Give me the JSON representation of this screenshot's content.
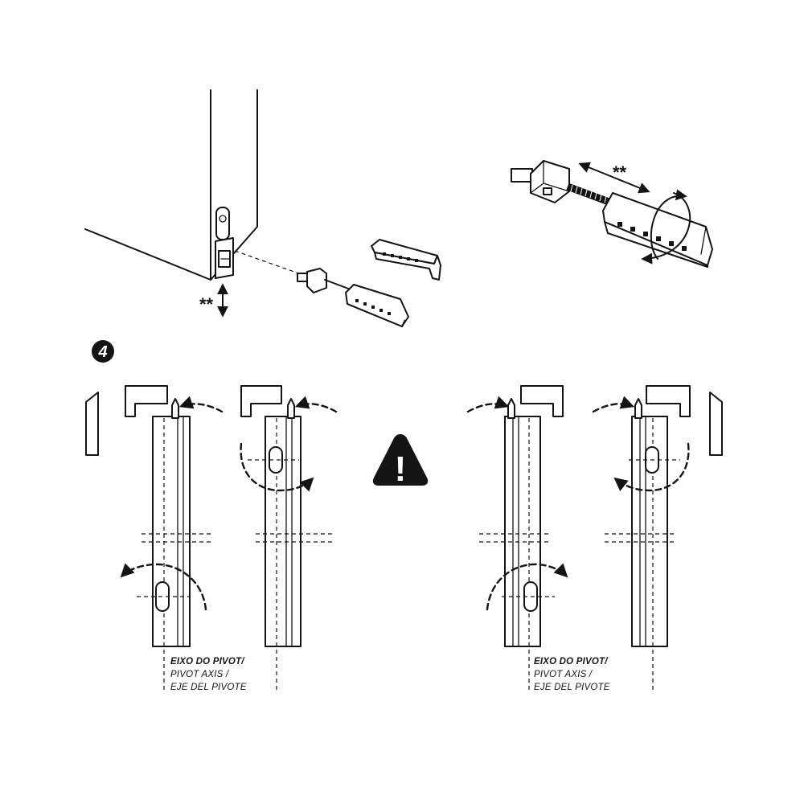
{
  "step_number": "4",
  "adjustment_mark": "**",
  "pivot_label": {
    "line1": "EIXO DO PIVOT/",
    "line2": "PIVOT AXIS /",
    "line3": "EJE DEL PIVOTE"
  },
  "warning_symbol": "!",
  "icons": [
    "warning-triangle-icon",
    "step-badge-icon"
  ],
  "colors": {
    "ink": "#141414",
    "paper": "#ffffff"
  }
}
